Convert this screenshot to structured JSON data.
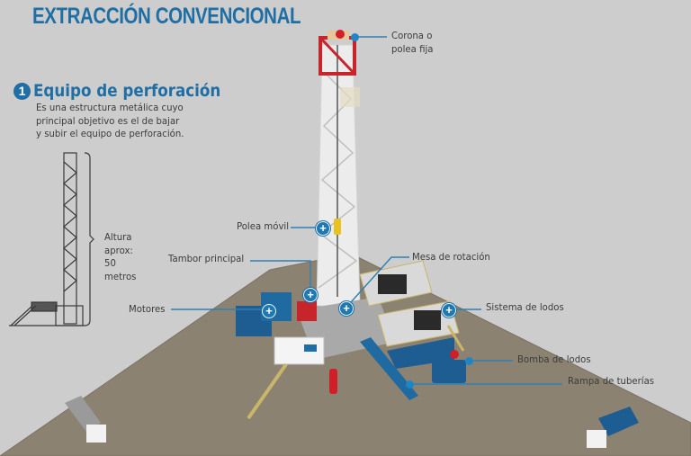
{
  "header": {
    "title": "EXTRACCIÓN CONVENCIONAL"
  },
  "section": {
    "number": "1",
    "title": "Equipo de perforación",
    "description": [
      "Es una estructura metálica cuyo",
      "principal objetivo es el de bajar",
      "y subir el equipo de perforación."
    ]
  },
  "height_note": {
    "lines": [
      "Altura",
      "aprox:",
      "50",
      "metros"
    ]
  },
  "callouts": {
    "corona": {
      "lines": [
        "Corona o",
        "polea fija"
      ]
    },
    "polea_movil": {
      "label": "Polea móvil"
    },
    "tambor": {
      "label": "Tambor principal"
    },
    "motores": {
      "label": "Motores"
    },
    "mesa": {
      "label": "Mesa de rotación"
    },
    "lodos": {
      "label": "Sistema de lodos"
    },
    "bomba": {
      "label": "Bomba de lodos"
    },
    "rampa": {
      "label": "Rampa de tuberías"
    }
  },
  "icons": {
    "plus": "+"
  },
  "colors": {
    "accent": "#1f6fa5",
    "background": "#cdcdcd",
    "ground": "#8c8272",
    "crown": "#c8242b",
    "equipment": "#1d5d92"
  }
}
